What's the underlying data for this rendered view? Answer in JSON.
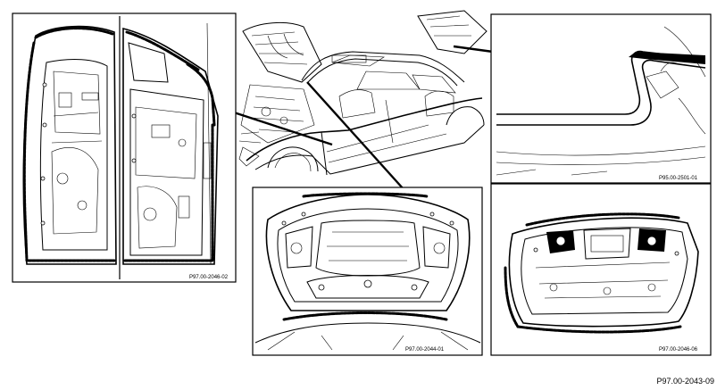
{
  "figure_code": "P97.00-2043-09",
  "panels": {
    "door": {
      "code": "P97.00-2046-02"
    },
    "detail": {
      "code": "P95.00-2501-01"
    },
    "hood": {
      "code": "P97.00-2044-01"
    },
    "trunk": {
      "code": "P97.00-2046-06"
    }
  },
  "colors": {
    "line": "#000000",
    "paper": "#ffffff"
  },
  "icons": {
    "door": "door-inner-panel-drawing",
    "car": "car-body-drawing",
    "detail": "seal-detail-drawing",
    "hood": "hood-inner-panel-drawing",
    "trunk": "trunk-lid-inner-panel-drawing"
  }
}
